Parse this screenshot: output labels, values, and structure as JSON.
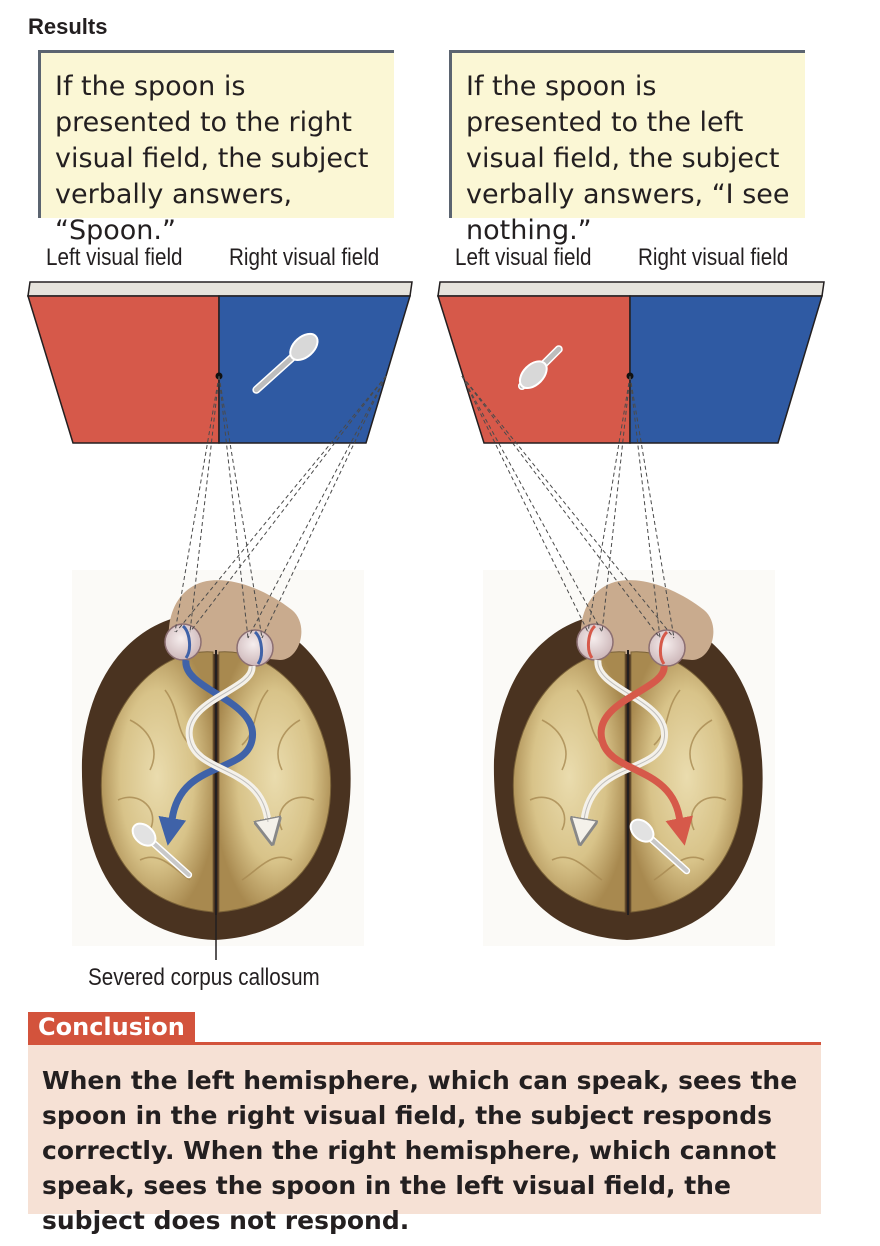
{
  "heading": "Results",
  "panels": [
    {
      "statement": "If the spoon is presented to the right visual field, the subject verbally answers, “Spoon.”",
      "left_field_label": "Left visual field",
      "right_field_label": "Right visual field"
    },
    {
      "statement": "If the spoon is presented to the left visual field, the subject verbally answers, “I see nothing.”",
      "left_field_label": "Left visual field",
      "right_field_label": "Right visual field"
    }
  ],
  "caption": "Severed corpus callosum",
  "conclusion": {
    "label": "Conclusion",
    "text": "When the left hemisphere, which can speak, sees the spoon in the right visual field, the subject responds correctly. When the right hemisphere, which cannot speak, sees the spoon in the left visual field, the subject does not respond."
  },
  "colors": {
    "left_field": "#d6594a",
    "right_field": "#2f5aa3",
    "callout_bg": "#fbf7d5",
    "conclusion_accent": "#d3533c",
    "conclusion_bg": "#f6e1d5"
  }
}
